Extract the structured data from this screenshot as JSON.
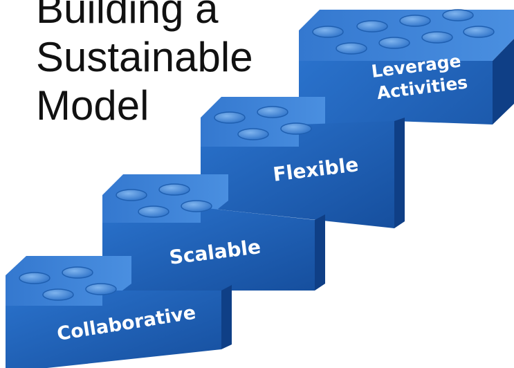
{
  "title": {
    "line1": "Building a",
    "line2": "Sustainable",
    "line3": "Model"
  },
  "steps": [
    {
      "label": "Collaborative"
    },
    {
      "label": "Scalable"
    },
    {
      "label": "Flexible"
    },
    {
      "label_line1": "Leverage",
      "label_line2": "Activities"
    }
  ],
  "colors": {
    "brick_front": "#1c5fb8",
    "brick_top": "#3f84d8",
    "brick_side": "#0f3f86",
    "stud": "#5a9be3",
    "title_text": "#111111",
    "label_text": "#ffffff"
  }
}
